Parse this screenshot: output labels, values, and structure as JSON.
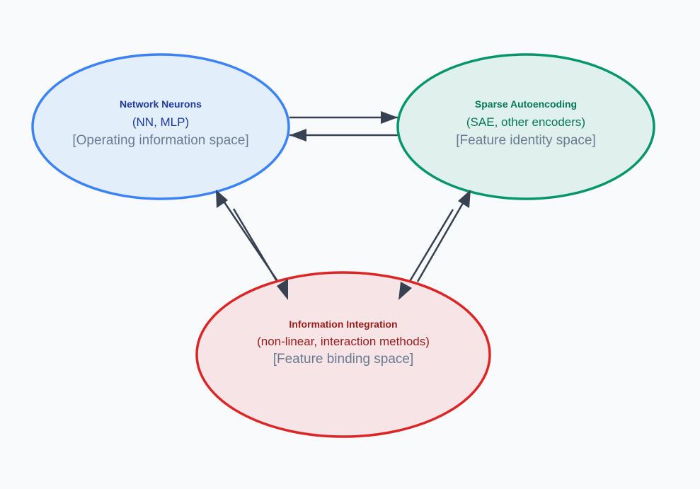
{
  "nodes": [
    {
      "id": "network-neurons",
      "title": "Network Neurons",
      "subtitle": "(NN, MLP)",
      "space": "[Operating information space]",
      "stroke": "#3b82f6",
      "fill": "#e3eefb",
      "text_color": "#1e3a9a"
    },
    {
      "id": "sparse-autoencoding",
      "title": "Sparse Autoencoding",
      "subtitle": "(SAE, other encoders)",
      "space": "[Feature identity space]",
      "stroke": "#059669",
      "fill": "#e0f0ec",
      "text_color": "#047857"
    },
    {
      "id": "information-integration",
      "title": "Information Integration",
      "subtitle": "(non-linear, interaction methods)",
      "space": "[Feature binding space]",
      "stroke": "#dc2626",
      "fill": "#f6e4e6",
      "text_color": "#991b1b"
    }
  ],
  "edges": [
    {
      "from": "network-neurons",
      "to": "sparse-autoencoding"
    },
    {
      "from": "sparse-autoencoding",
      "to": "network-neurons"
    },
    {
      "from": "information-integration",
      "to": "network-neurons"
    },
    {
      "from": "network-neurons",
      "to": "information-integration"
    },
    {
      "from": "information-integration",
      "to": "sparse-autoencoding"
    },
    {
      "from": "sparse-autoencoding",
      "to": "information-integration"
    }
  ],
  "colors": {
    "background": "#f8fafc",
    "arrow": "#374151"
  }
}
